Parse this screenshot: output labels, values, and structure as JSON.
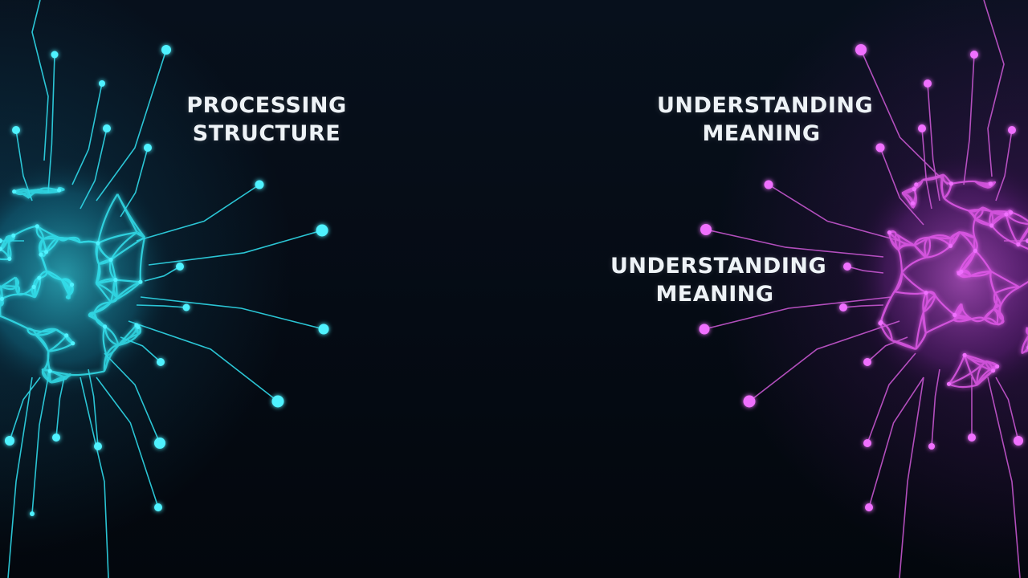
{
  "captions": {
    "left": {
      "line1": "PROCESSING",
      "line2": "STRUCTURE"
    },
    "right_top": {
      "line1": "UNDERSTANDING",
      "line2": "MEANING"
    },
    "right_mid": {
      "line1": "UNDERSTANDING",
      "line2": "MEANING"
    }
  },
  "colors": {
    "left_network": "#2fe6f0",
    "right_network": "#e04be6",
    "background": "#050a12",
    "text": "#eef3f7"
  }
}
